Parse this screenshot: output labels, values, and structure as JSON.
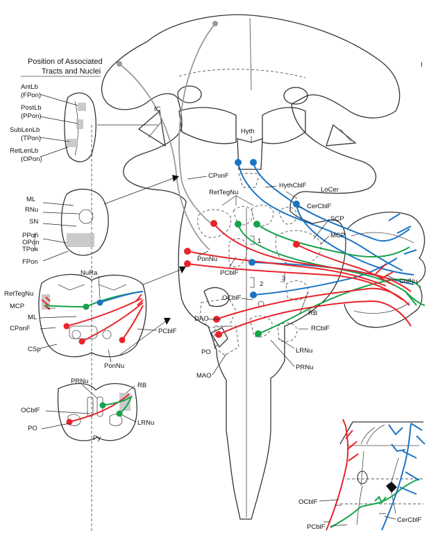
{
  "header": {
    "line1": "Position of Associated",
    "line2": "Tracts and Nuclei"
  },
  "labels": {
    "AntLb": "AntLb",
    "FPon1": "(FPon)",
    "PostLb": "PostLb",
    "PPon1": "(PPon)",
    "SubLenLb": "SubLenLb",
    "TPon1": "(TPon)",
    "RetLenLb": "RetLenLb",
    "OPon1": "(OPon)",
    "IC": "IC",
    "Hyth": "Hyth",
    "CPonF_main": "CPonF",
    "HythCblF": "HythCblF",
    "LoCer": "LoCer",
    "CerCblF": "CerCblF",
    "RetTegNu_main": "RetTegNu",
    "SCP": "SCP",
    "MCP_main": "MCP",
    "PonNu_main": "PonNu",
    "PCblF_main": "PCblF",
    "num1": "1",
    "num2": "2",
    "num3": "3",
    "CblNu": "CblNu",
    "OCblF_main": "OCblF",
    "RB_main": "RB",
    "RCblF": "RCblF",
    "DAO": "DAO",
    "PO_main": "PO",
    "LRNu_main": "LRNu",
    "PRNu_main": "PRNu",
    "MAO": "MAO",
    "ML1": "ML",
    "RNu": "RNu",
    "SN": "SN",
    "PPon2": "PPon",
    "OPon2": "OPon",
    "TPon2": "TPon",
    "FPon2": "FPon",
    "NuRa": "NuRa",
    "RetTegNu_s": "RetTegNu",
    "MCP_s": "MCP",
    "ML2": "ML",
    "CPonF_s": "CPonF",
    "CSp": "CSp",
    "PCblF_s": "PCblF",
    "PonNu_s": "PonNu",
    "PRNu_s": "PRNu",
    "RB_s": "RB",
    "OCblF_s": "OCblF",
    "PO_s": "PO",
    "LRNu_s": "LRNu",
    "Py": "Py",
    "OCblF_inset": "OCblF",
    "PCblF_inset": "PCblF",
    "CerCblF_inset": "CerCblF",
    "edge_mark": "I"
  },
  "colors": {
    "pontocerebellar": "#e8242a",
    "reticulocerebellar": "#16a34a",
    "hypothalamo_coeruleo_cerebellar": "#1c74c4",
    "corticopontine": "#9a9a9a"
  }
}
